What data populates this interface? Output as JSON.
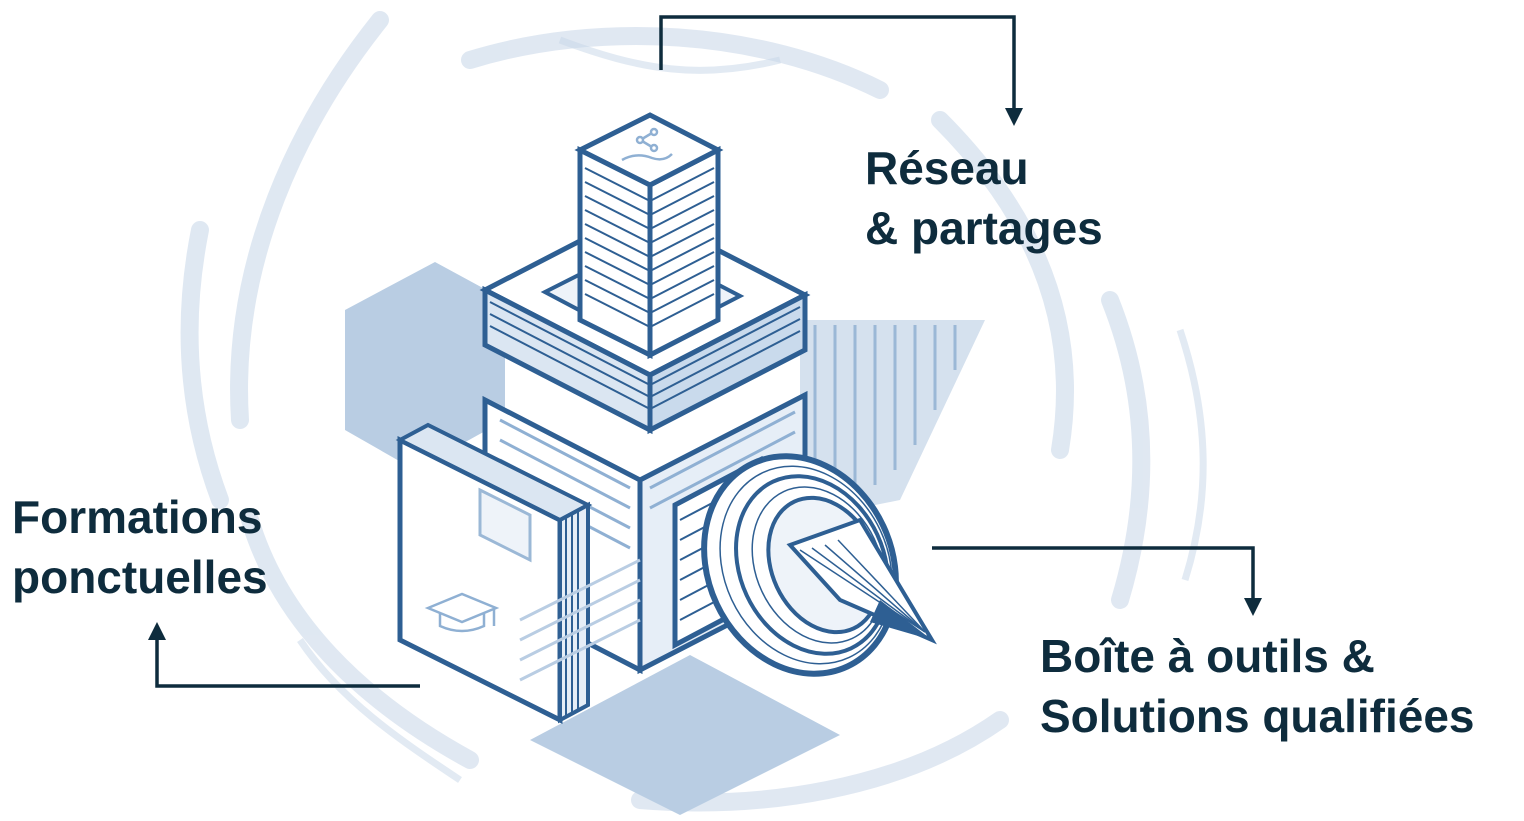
{
  "diagram": {
    "labels": {
      "network": {
        "line1": "Réseau",
        "line2": "& partages"
      },
      "training": {
        "line1": "Formations",
        "line2": "ponctuelles"
      },
      "tools": {
        "line1": "Boîte à outils &",
        "line2": "Solutions qualifiées"
      }
    },
    "colors": {
      "text": "#0e2c3d",
      "connector": "#0e2c3d",
      "outline": "#2e5f93",
      "fill_light": "#b9cde3",
      "fill_mid": "#8fb0d3",
      "background_swirl": "#c6d6e8"
    },
    "icons": [
      "share-hand-icon",
      "graduation-cap-icon"
    ]
  }
}
